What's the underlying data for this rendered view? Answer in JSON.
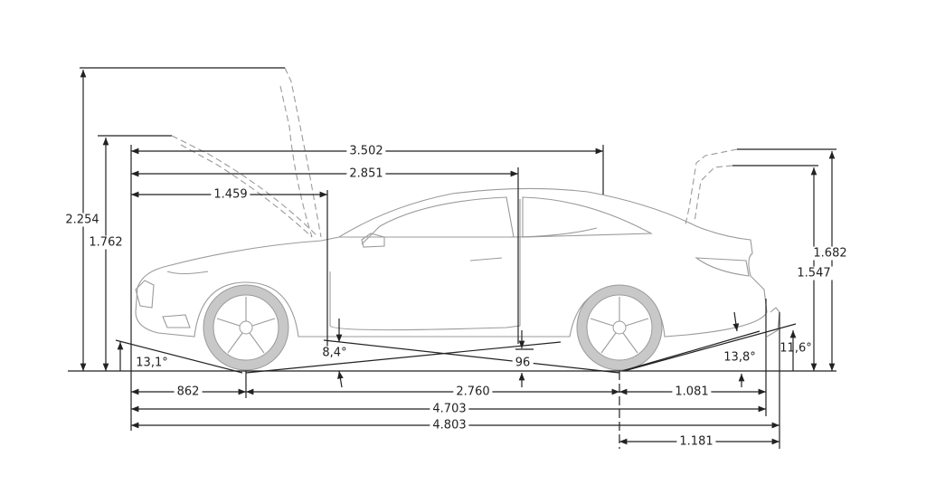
{
  "title": "Vehicle dimensions side view (mm)",
  "dimensions": {
    "height_open_trunk_hood_max": "2.254",
    "height_hood_open": "1.762",
    "windshield_to_roof_rear": "3.502",
    "front_to_b_pillar": "2.851",
    "front_to_a_pillar": "1.459",
    "trunk_open_height": "1.682",
    "trunk_open_lower_height": "1.547",
    "front_overhang": "862",
    "wheelbase": "2.760",
    "rear_overhang": "1.081",
    "length": "4.703",
    "length_with_towbar": "4.803",
    "rear_overhang_with_towbar": "1.181",
    "approach_angle": "13,1°",
    "breakover_angle": "8,4°",
    "ground_clearance": "96",
    "departure_angle": "13,8°",
    "departure_angle_towbar": "11,6°"
  },
  "colors": {
    "dimension_lines": "#222222",
    "car_outline": "#9a9a9a",
    "wheel_fill": "#c8c8c8"
  }
}
